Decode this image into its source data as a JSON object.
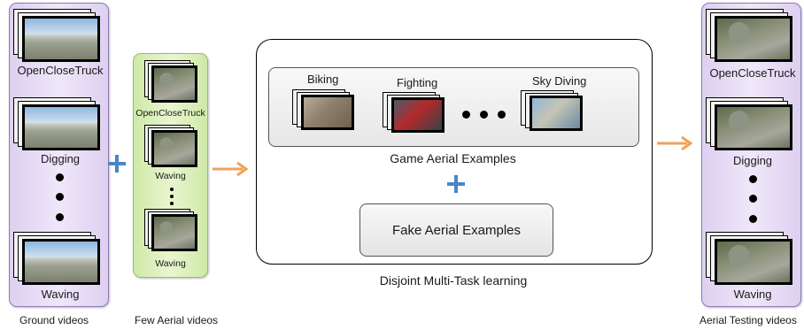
{
  "ground": {
    "caption": "Ground videos",
    "labels": [
      "OpenCloseTruck",
      "Digging",
      "Waving"
    ]
  },
  "few_aerial": {
    "caption": "Few Aerial videos",
    "labels": [
      "OpenCloseTruck",
      "Waving",
      "Waving"
    ]
  },
  "game": {
    "labels": [
      "Biking",
      "Fighting",
      "Sky Diving"
    ],
    "box_caption": "Game Aerial Examples"
  },
  "fake": {
    "label": "Fake Aerial Examples"
  },
  "learning": {
    "caption": "Disjoint Multi-Task learning"
  },
  "testing": {
    "caption": "Aerial Testing videos",
    "labels": [
      "OpenCloseTruck",
      "Digging",
      "Waving"
    ]
  },
  "colors": {
    "plus": "#4a86c5",
    "arrow": "#f0a25a",
    "purple_panel": "#e6dcf5",
    "green_panel": "#dff2c0"
  }
}
